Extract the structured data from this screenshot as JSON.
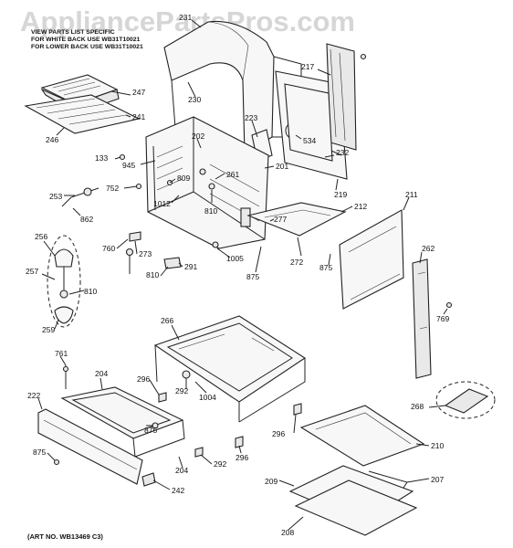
{
  "watermark": "AppliancePartsPros.com",
  "notes": [
    "VIEW PARTS LIST SPECIFIC",
    "FOR WHITE BACK USE WB31T10021",
    "FOR LOWER BACK USE WB31T10021"
  ],
  "art_number": "(ART NO. WB13469 C3)",
  "callouts": [
    {
      "id": "c231",
      "label": "231"
    },
    {
      "id": "c217",
      "label": "217"
    },
    {
      "id": "c247",
      "label": "247"
    },
    {
      "id": "c230",
      "label": "230"
    },
    {
      "id": "c241",
      "label": "241"
    },
    {
      "id": "c223",
      "label": "223"
    },
    {
      "id": "c534",
      "label": "534"
    },
    {
      "id": "c246",
      "label": "246"
    },
    {
      "id": "c202",
      "label": "202"
    },
    {
      "id": "c232",
      "label": "232"
    },
    {
      "id": "c133",
      "label": "133"
    },
    {
      "id": "c945",
      "label": "945"
    },
    {
      "id": "c201",
      "label": "201"
    },
    {
      "id": "c261",
      "label": "261"
    },
    {
      "id": "c809",
      "label": "809"
    },
    {
      "id": "c752",
      "label": "752"
    },
    {
      "id": "c219",
      "label": "219"
    },
    {
      "id": "c1012",
      "label": "1012"
    },
    {
      "id": "c810a",
      "label": "810"
    },
    {
      "id": "c253",
      "label": "253"
    },
    {
      "id": "c211",
      "label": "211"
    },
    {
      "id": "c212",
      "label": "212"
    },
    {
      "id": "c862",
      "label": "862"
    },
    {
      "id": "c277",
      "label": "277"
    },
    {
      "id": "c256",
      "label": "256"
    },
    {
      "id": "c760",
      "label": "760"
    },
    {
      "id": "c273",
      "label": "273"
    },
    {
      "id": "c1005",
      "label": "1005"
    },
    {
      "id": "c272",
      "label": "272"
    },
    {
      "id": "c262",
      "label": "262"
    },
    {
      "id": "c291",
      "label": "291"
    },
    {
      "id": "c875a",
      "label": "875"
    },
    {
      "id": "c875b",
      "label": "875"
    },
    {
      "id": "c257",
      "label": "257"
    },
    {
      "id": "c810b",
      "label": "810"
    },
    {
      "id": "c810c",
      "label": "810"
    },
    {
      "id": "c769",
      "label": "769"
    },
    {
      "id": "c259",
      "label": "259"
    },
    {
      "id": "c266",
      "label": "266"
    },
    {
      "id": "c761",
      "label": "761"
    },
    {
      "id": "c204a",
      "label": "204"
    },
    {
      "id": "c296a",
      "label": "296"
    },
    {
      "id": "c292a",
      "label": "292"
    },
    {
      "id": "c1004",
      "label": "1004"
    },
    {
      "id": "c222",
      "label": "222"
    },
    {
      "id": "c268",
      "label": "268"
    },
    {
      "id": "c875c",
      "label": "875"
    },
    {
      "id": "c296b",
      "label": "296"
    },
    {
      "id": "c210",
      "label": "210"
    },
    {
      "id": "c875d",
      "label": "875"
    },
    {
      "id": "c296c",
      "label": "296"
    },
    {
      "id": "c292b",
      "label": "292"
    },
    {
      "id": "c204b",
      "label": "204"
    },
    {
      "id": "c209",
      "label": "209"
    },
    {
      "id": "c207",
      "label": "207"
    },
    {
      "id": "c242",
      "label": "242"
    },
    {
      "id": "c208",
      "label": "208"
    }
  ]
}
